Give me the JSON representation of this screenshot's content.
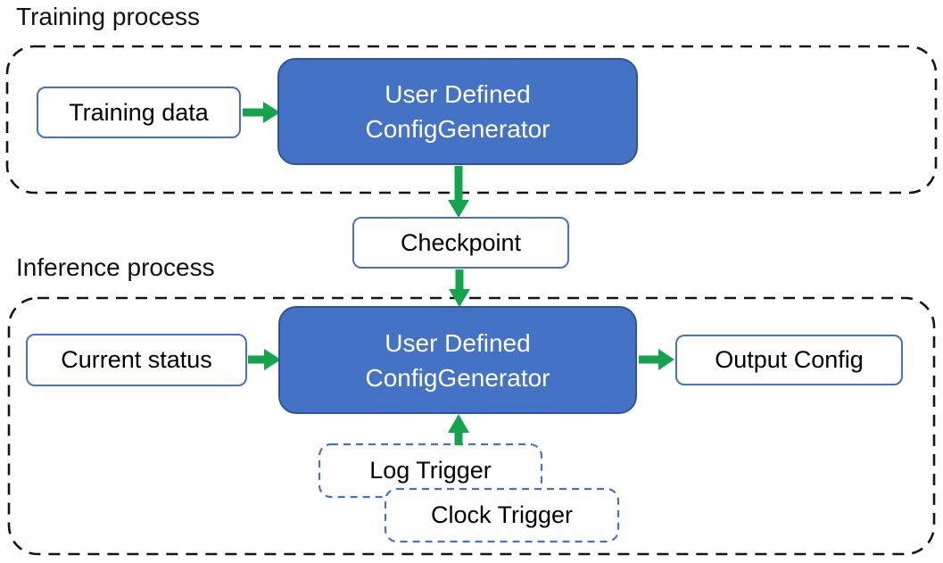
{
  "colors": {
    "accent_blue": "#4472C4",
    "dark_blue_border": "#2F5597",
    "arrow_green": "#14A44D",
    "dash_black": "#141414",
    "text_black": "#111111",
    "background": "#FFFFFF"
  },
  "sections": {
    "training": {
      "label": "Training process",
      "nodes": {
        "training_data": "Training data",
        "config_generator": "User Defined\nConfigGenerator"
      }
    },
    "checkpoint": "Checkpoint",
    "inference": {
      "label": "Inference process",
      "nodes": {
        "current_status": "Current status",
        "config_generator": "User Defined\nConfigGenerator",
        "output_config": "Output Config",
        "log_trigger": "Log Trigger",
        "clock_trigger": "Clock Trigger"
      }
    }
  },
  "edges": [
    {
      "from": "Training data",
      "to": "User Defined ConfigGenerator (training)"
    },
    {
      "from": "User Defined ConfigGenerator (training)",
      "to": "Checkpoint"
    },
    {
      "from": "Checkpoint",
      "to": "User Defined ConfigGenerator (inference)"
    },
    {
      "from": "Current status",
      "to": "User Defined ConfigGenerator (inference)"
    },
    {
      "from": "User Defined ConfigGenerator (inference)",
      "to": "Output Config"
    },
    {
      "from": "Log Trigger / Clock Trigger",
      "to": "User Defined ConfigGenerator (inference)"
    }
  ]
}
